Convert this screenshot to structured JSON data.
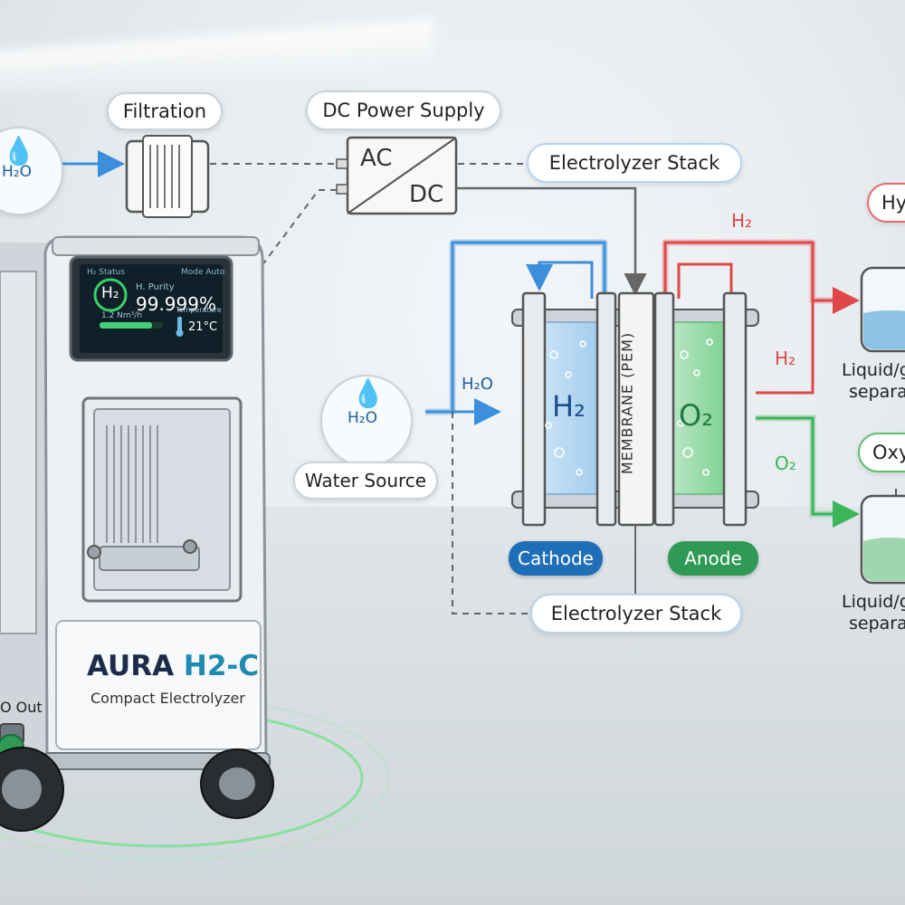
{
  "labels": {
    "filtration": "Filtration",
    "dc_power_supply": "DC Power Supply",
    "electrolyzer_stack_top": "Electrolyzer Stack",
    "electrolyzer_stack_bottom": "Electrolyzer Stack",
    "water_source": "Water Source",
    "cathode": "Cathode",
    "anode": "Anode",
    "membrane": "MEMBRANE (PEM)",
    "hydrogen_tag": "Hy",
    "oxygen_tag": "Oxy",
    "separator_top_line1": "Liquid/g",
    "separator_top_line2": "separat",
    "separator_bottom_line1": "Liquid/g",
    "separator_bottom_line2": "separat"
  },
  "converter": {
    "ac": "AC",
    "dc": "DC"
  },
  "flows": {
    "h2o_in": "H₂O",
    "h2_top": "H₂",
    "h2_right": "H₂",
    "o2_right": "O₂",
    "cell_h2": "H₂",
    "cell_o2": "O₂"
  },
  "water_icon_text": "H₂O",
  "device": {
    "brand_part1": "AURA",
    "brand_part2": "H2-C",
    "subtitle": "Compact Electrolyzer",
    "side_label": "O Out",
    "screen": {
      "gas": "H₂",
      "purity_label": "H. Purity",
      "purity_value": "99.999%",
      "flow_label": "1.2 Nm³/h",
      "temp_label": "Temperature",
      "temp_value": "21°C",
      "header": "H₂ Status",
      "header_right": "Mode Auto"
    }
  },
  "colors": {
    "h2_blue": "#2f86d6",
    "o2_green": "#3bb55a",
    "hydrogen_red": "#e04848",
    "cathode_badge": "#1f6fb8",
    "anode_badge": "#2f9a55",
    "brand_dark": "#1d2b4a",
    "brand_teal": "#1f8bb0"
  }
}
